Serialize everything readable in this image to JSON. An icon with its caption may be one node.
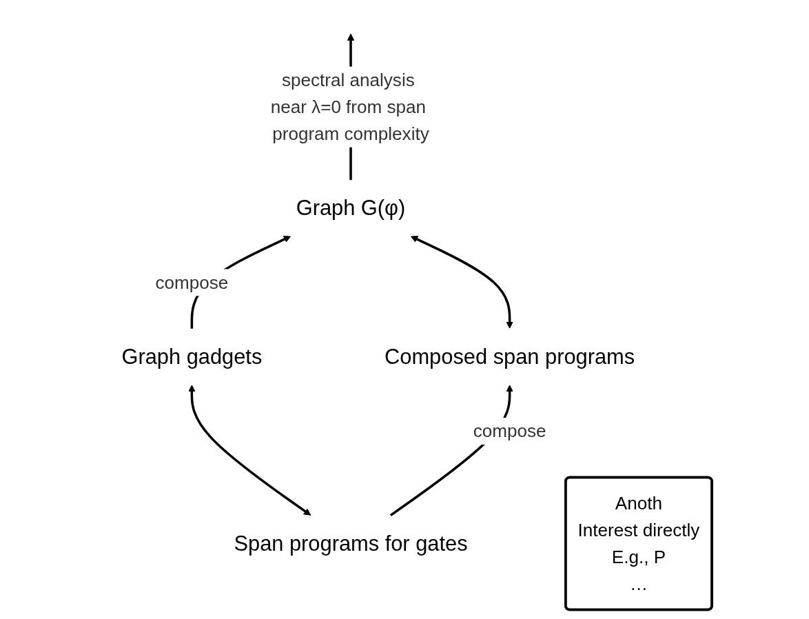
{
  "diagram": {
    "nodes": [
      {
        "text": [
          "Graph G(φ)"
        ]
      },
      {
        "text": [
          "Graph gadgets"
        ]
      },
      {
        "text": [
          "Composed span programs"
        ]
      },
      {
        "text": [
          "Span programs for gates"
        ]
      },
      {
        "text": [
          "Anoth",
          "Interest directly",
          "E.g., P",
          "…"
        ]
      }
    ],
    "edges": [
      {
        "from": 0,
        "to": null,
        "arrow": "to",
        "label": "spectral analysis near λ=0 from span program complexity"
      },
      {
        "from": 1,
        "to": 0,
        "arrow": "to",
        "label": "compose"
      },
      {
        "from": 2,
        "to": 0,
        "arrow": "both"
      },
      {
        "from": 3,
        "to": 1,
        "arrow": "both"
      },
      {
        "from": 3,
        "to": 2,
        "arrow": "to",
        "label": "compose"
      }
    ]
  }
}
